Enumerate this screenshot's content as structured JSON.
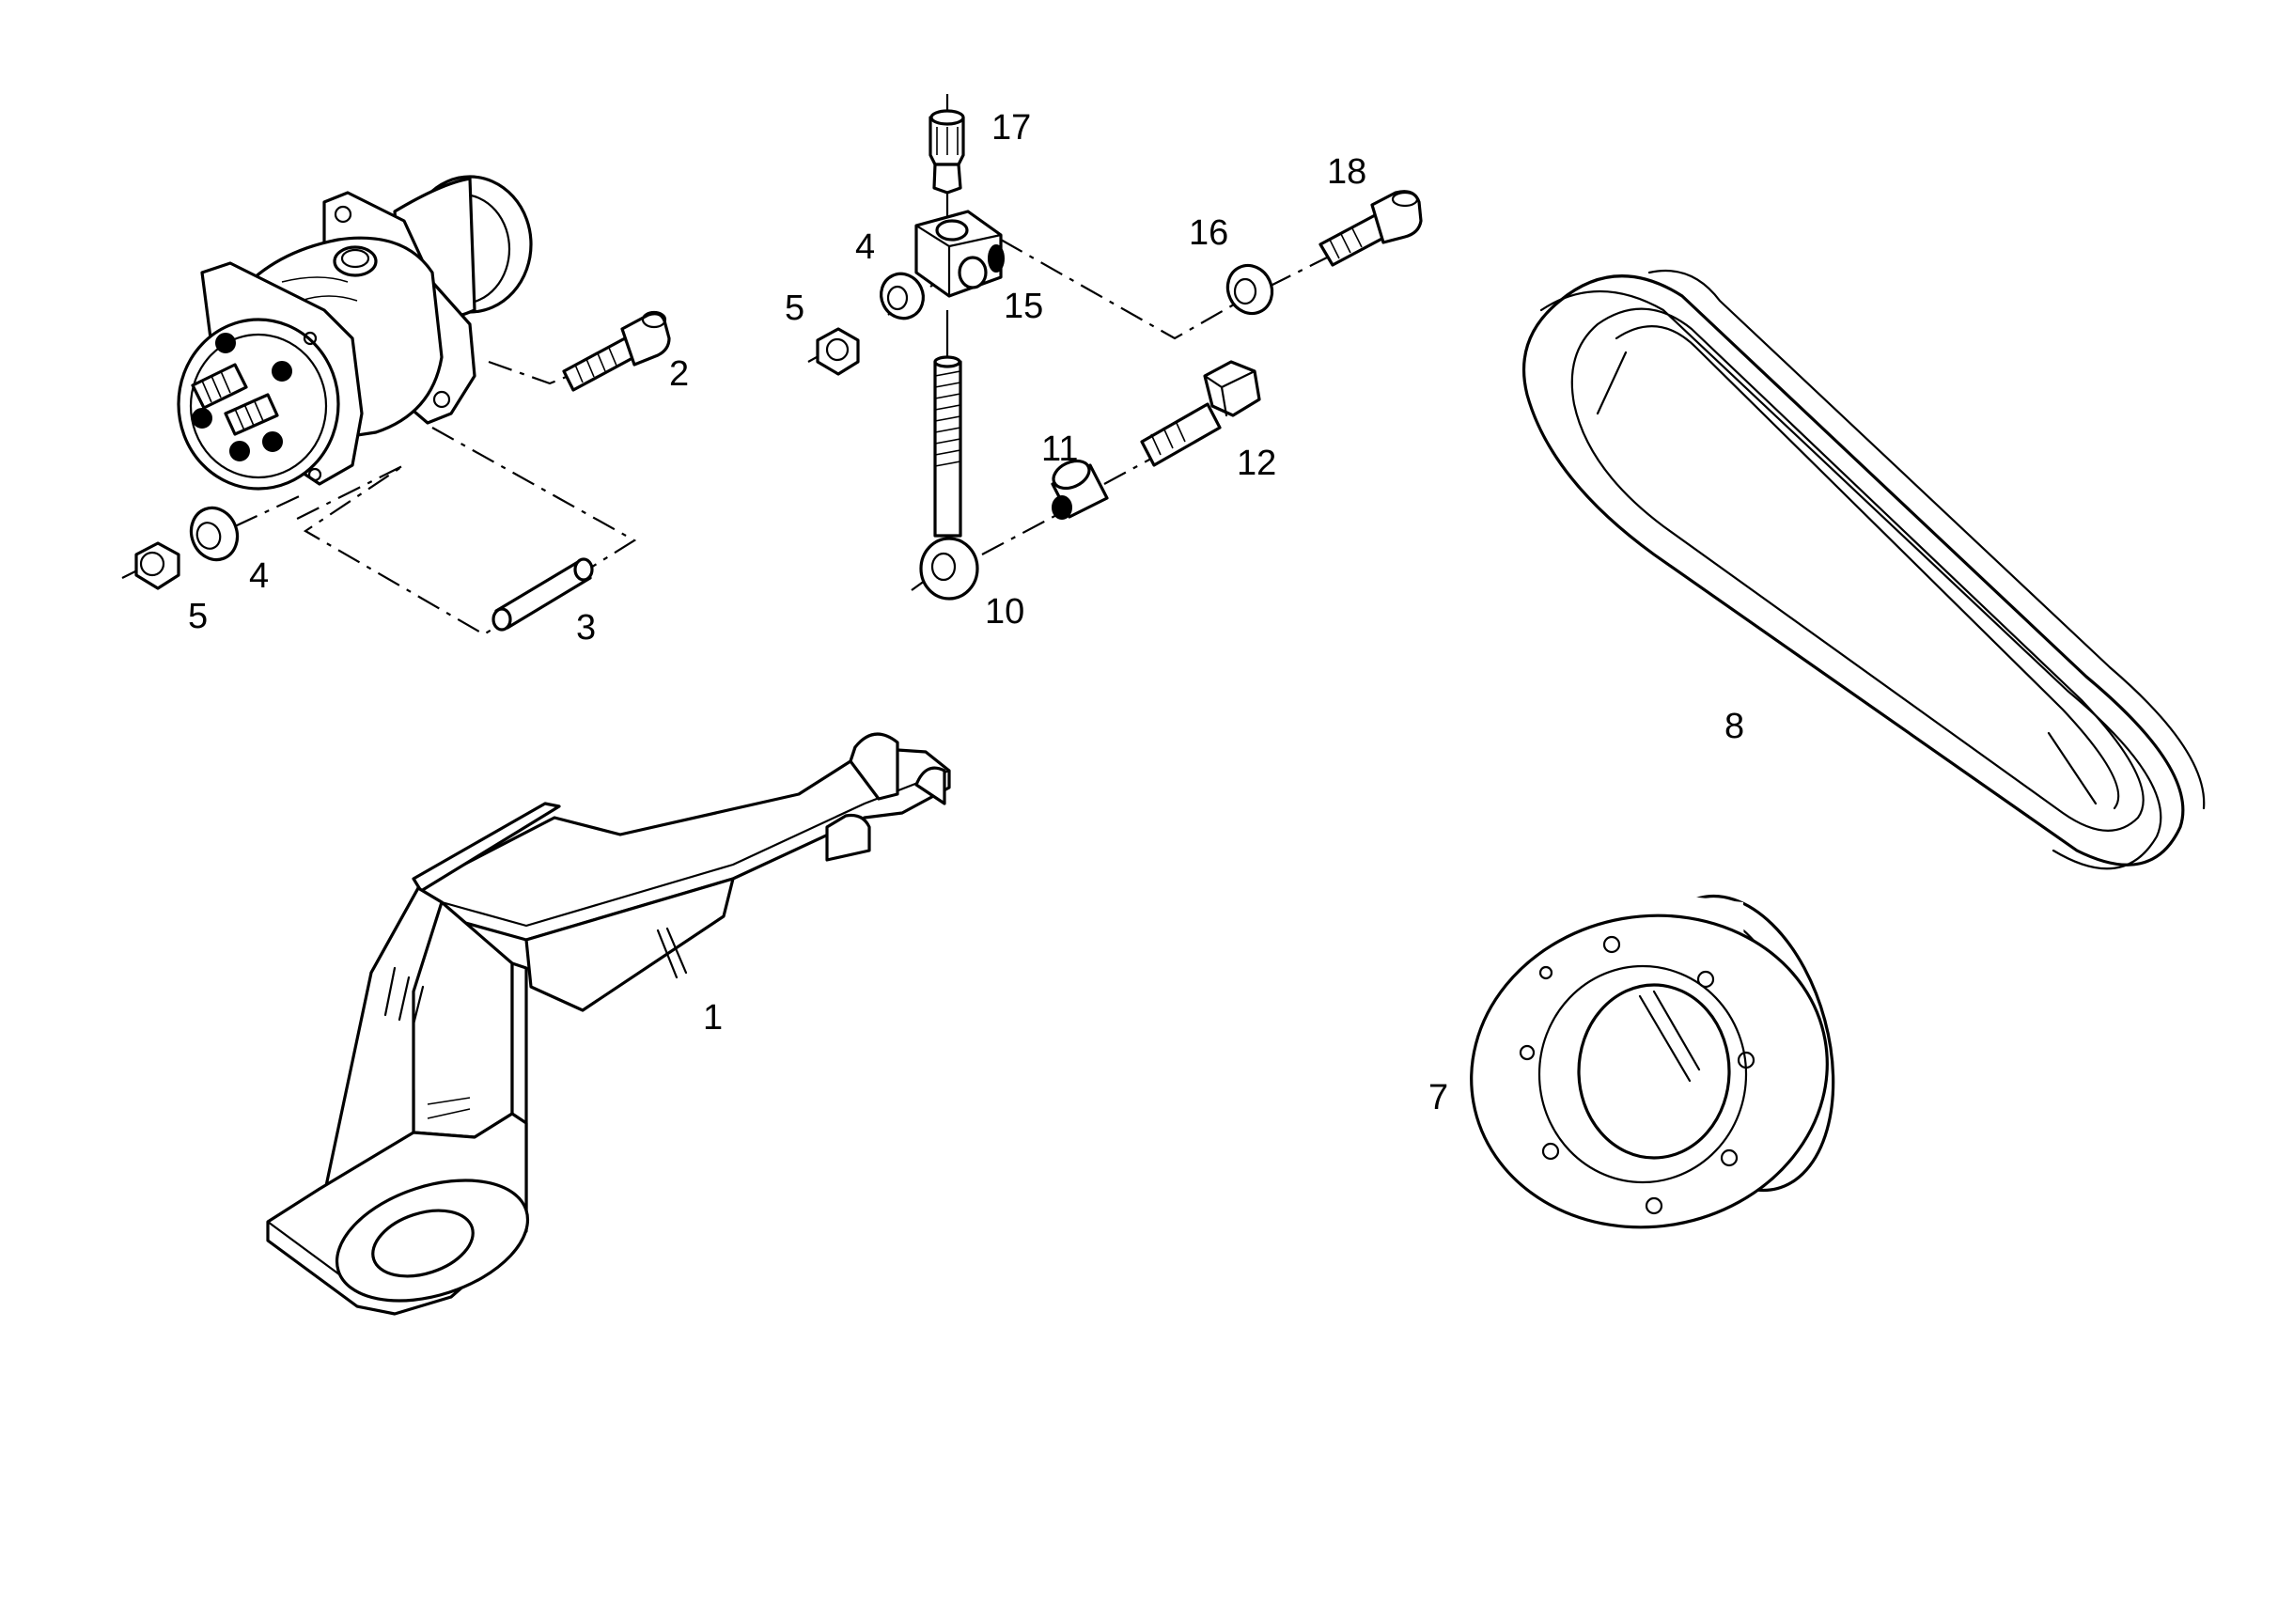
{
  "callouts": {
    "c1": "1",
    "c2": "2",
    "c3": "3",
    "c4a": "4",
    "c4b": "4",
    "c5a": "5",
    "c5b": "5",
    "c7": "7",
    "c8": "8",
    "c10": "10",
    "c11": "11",
    "c12": "12",
    "c15": "15",
    "c16": "16",
    "c17": "17",
    "c18": "18"
  },
  "colors": {
    "line": "#000000",
    "background": "#ffffff"
  }
}
